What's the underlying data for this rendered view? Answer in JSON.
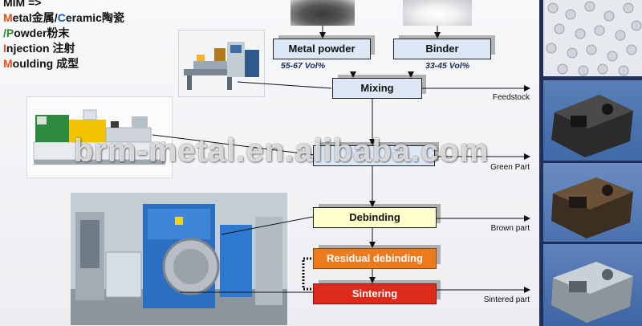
{
  "title": {
    "line1": "MIM =>",
    "line2": {
      "m": "M",
      "etal": "etal金属/",
      "c": "C",
      "eramic": "eramic陶瓷"
    },
    "line3": {
      "p": "/P",
      "owder": "owder粉末"
    },
    "line4": {
      "i": "I",
      "njection": "njection 注射"
    },
    "line5": {
      "m": "M",
      "oulding": "oulding 成型"
    }
  },
  "boxes": {
    "metal_powder": "Metal powder",
    "binder": "Binder",
    "mixing": "Mixing",
    "debinding": "Debinding",
    "residual_debinding": "Residual debinding",
    "sintering": "Sintering"
  },
  "vol": {
    "metal": "55-67 Vol%",
    "binder": "33-45 Vol%"
  },
  "outputs": {
    "feedstock": "Feedstock",
    "green_part": "Green Part",
    "brown_part": "Brown part",
    "sintered_part": "Sintered part"
  },
  "watermark": "brm-metal.en.alibaba.com",
  "colors": {
    "accent_orange": "#e8501a",
    "box_blue": "#dce8f6",
    "debinding_yellow": "#ffffcc",
    "residual_orange": "#ee7a1e",
    "sintering_red": "#dd2a1a",
    "strip_navy": "#1e2f5c"
  }
}
